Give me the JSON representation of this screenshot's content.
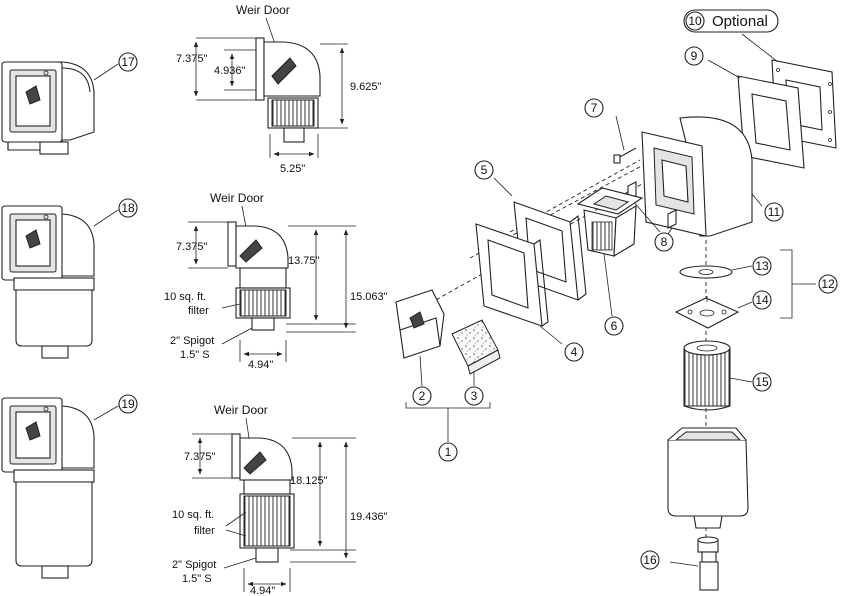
{
  "callouts": {
    "c1": "1",
    "c2": "2",
    "c3": "3",
    "c4": "4",
    "c5": "5",
    "c6": "6",
    "c7": "7",
    "c8": "8",
    "c9": "9",
    "c10": "10",
    "c11": "11",
    "c12": "12",
    "c13": "13",
    "c14": "14",
    "c15": "15",
    "c16": "16",
    "c17": "17",
    "c18": "18",
    "c19": "19"
  },
  "optional_label": "Optional",
  "side1": {
    "weir_door": "Weir Door",
    "dim_a": "7.375\"",
    "dim_b": "4.936\"",
    "dim_c": "9.625\"",
    "dim_d": "5.25\""
  },
  "side2": {
    "weir_door": "Weir Door",
    "dim_a": "7.375\"",
    "dim_b": "13.75\"",
    "dim_c": "15.063\"",
    "filter_1": "10 sq. ft.",
    "filter_2": "filter",
    "spigot_1": "2\" Spigot",
    "spigot_2": "1.5\" S",
    "dim_w": "4.94\""
  },
  "side3": {
    "weir_door": "Weir Door",
    "dim_a": "7.375\"",
    "dim_b": "18.125\"",
    "dim_c": "19.436\"",
    "filter_1": "10 sq. ft.",
    "filter_2": "filter",
    "spigot_1": "2\" Spigot",
    "spigot_2": "1.5\" S",
    "dim_w": "4.94\""
  }
}
